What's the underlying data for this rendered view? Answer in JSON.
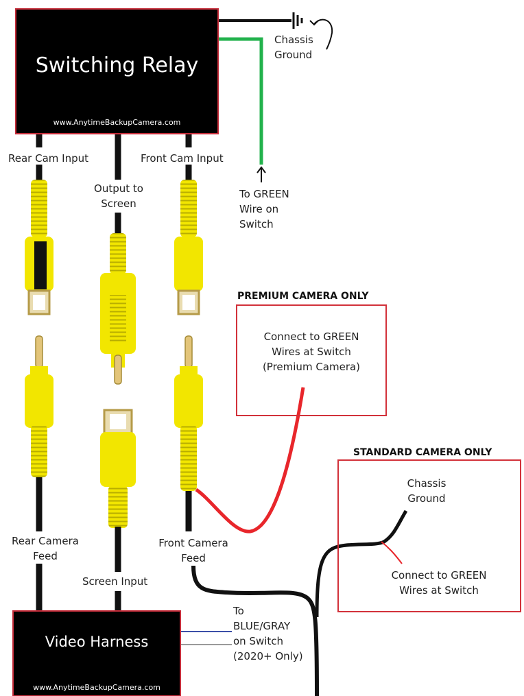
{
  "relay": {
    "title": "Switching Relay",
    "url": "www.AnytimeBackupCamera.com"
  },
  "harness": {
    "title": "Video Harness",
    "url": "www.AnytimeBackupCamera.com"
  },
  "labels": {
    "chassis_ground_top": "Chassis\nGround",
    "rear_cam_input": "Rear Cam Input",
    "output_to_screen": "Output to\nScreen",
    "front_cam_input": "Front Cam Input",
    "to_green_wire": "To GREEN\nWire on\nSwitch",
    "rear_camera_feed": "Rear Camera\nFeed",
    "screen_input": "Screen Input",
    "front_camera_feed": "Front Camera\nFeed",
    "to_blue_gray": "To\nBLUE/GRAY\non Switch\n(2020+ Only)"
  },
  "premium": {
    "heading": "PREMIUM CAMERA ONLY",
    "text": "Connect to GREEN\nWires at Switch\n(Premium Camera)"
  },
  "standard": {
    "heading": "STANDARD CAMERA ONLY",
    "chassis_ground": "Chassis\nGround",
    "text": "Connect to GREEN\nWires at Switch"
  },
  "colors": {
    "box_border": "#c62d3a",
    "wire_green": "#22b24c",
    "wire_red": "#e8262b",
    "connector_yellow": "#f2e600",
    "wire_blue": "#3b4fa8",
    "wire_gray": "#9a9a9a"
  },
  "icons": [
    "ground-symbol-icon",
    "arrow-up-icon",
    "curved-arrow-icon"
  ]
}
